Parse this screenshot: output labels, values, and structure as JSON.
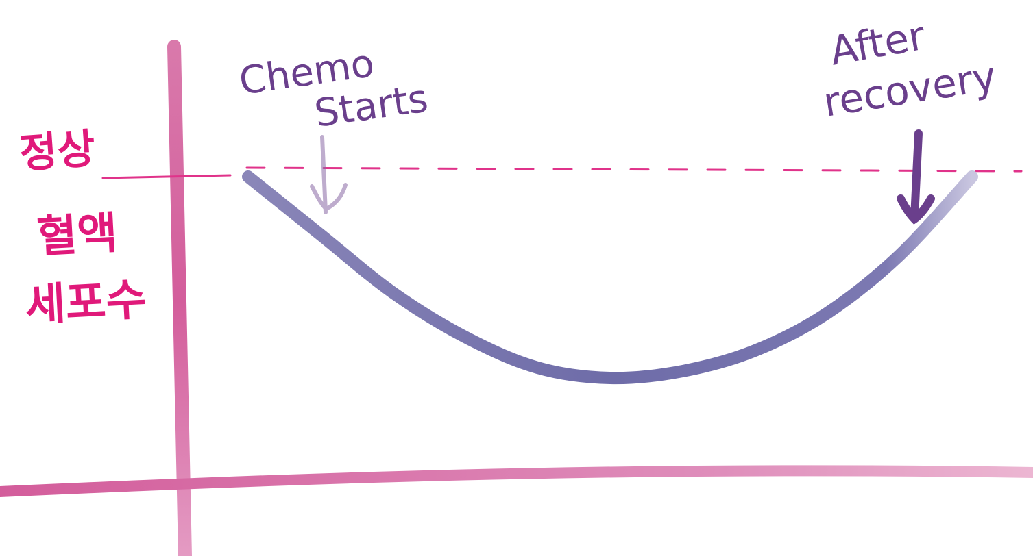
{
  "chart_data": {
    "type": "line",
    "title": "",
    "xlabel": "",
    "ylabel": "정상 혈액 세포수",
    "reference_line": {
      "label": "정상",
      "value": 1.0
    },
    "ylabel_continuation": [
      "혈액",
      "세포수"
    ],
    "annotations": [
      {
        "text_lines": [
          "Chemo",
          "Starts"
        ],
        "x": 0.095
      },
      {
        "text_lines": [
          "After",
          "recovery"
        ],
        "x": 0.9
      }
    ],
    "series": [
      {
        "x": [
          0.0,
          0.1,
          0.2,
          0.3,
          0.4,
          0.5,
          0.6,
          0.7,
          0.8,
          0.9,
          1.0
        ],
        "values": [
          1.0,
          0.83,
          0.66,
          0.53,
          0.44,
          0.41,
          0.43,
          0.49,
          0.6,
          0.77,
          1.0
        ]
      }
    ],
    "colors": {
      "axis": "#d35d9b",
      "normal_line": "#e0338a",
      "curve": "#6e6ca8",
      "annotation": "#6a3f8c",
      "label_korean": "#e0197a"
    }
  }
}
